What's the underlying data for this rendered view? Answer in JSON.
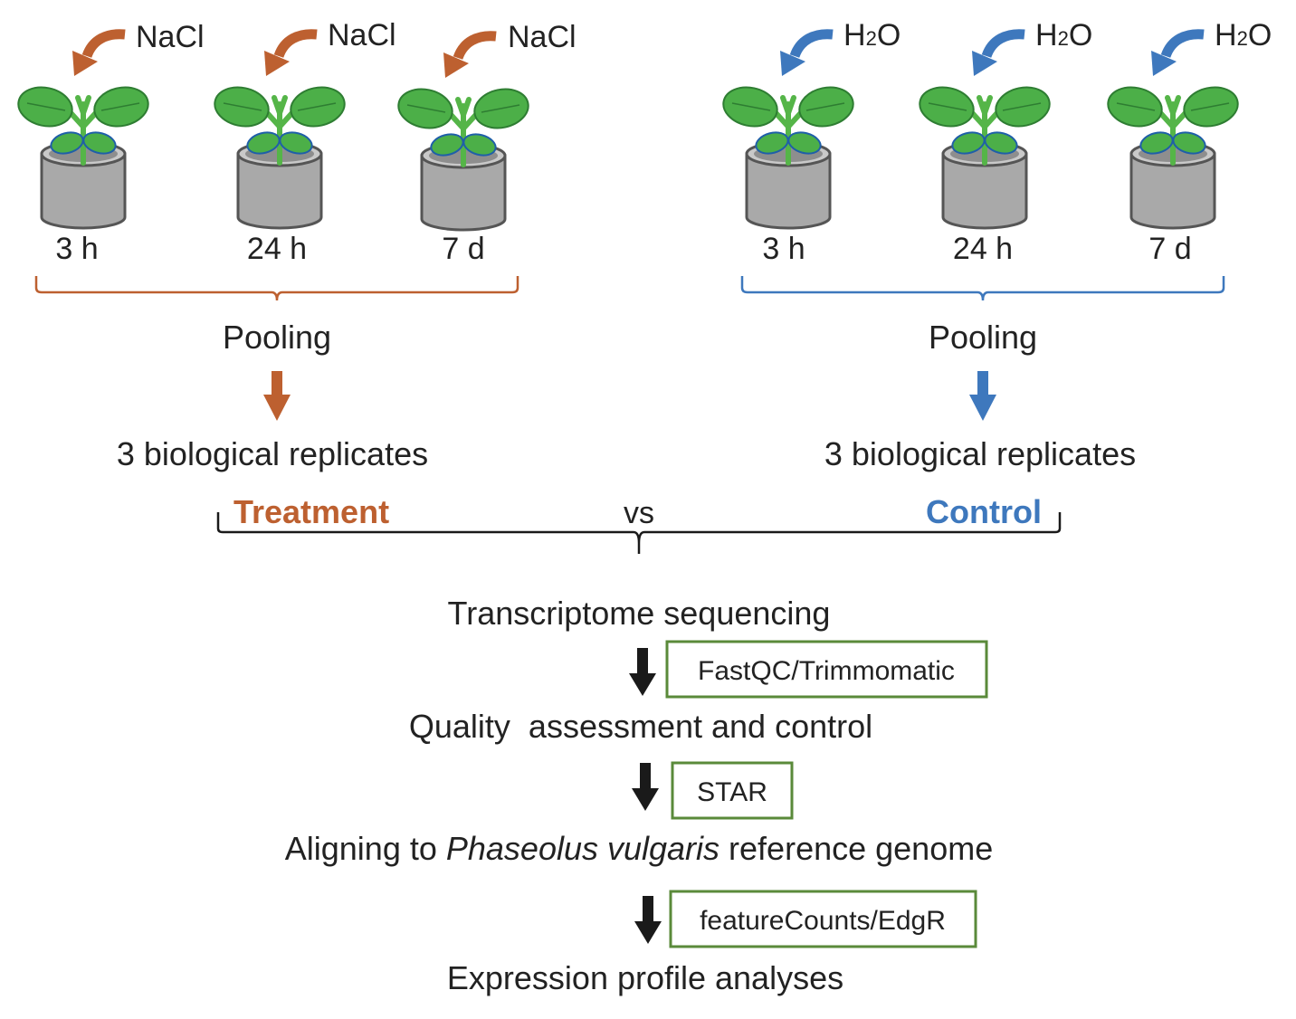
{
  "colors": {
    "treatment": "#bd6030",
    "control": "#3e78bd",
    "leaf": "#4caf48",
    "leaf_dark": "#2e7d32",
    "stem": "#55b548",
    "pot_side": "#a9a9a9",
    "pot_top": "#c9c9c9",
    "pot_outline": "#555555",
    "tool_box": "#5a8a3a",
    "flow_arrow": "#1a1a1a"
  },
  "treatment": {
    "label": "Treatment",
    "reagent_label": "NaCl",
    "pots": [
      {
        "time": "3 h"
      },
      {
        "time": "24 h"
      },
      {
        "time": "7 d"
      }
    ],
    "pooling_label": "Pooling",
    "replicates_label": "3 biological replicates"
  },
  "control": {
    "label": "Control",
    "reagent_label": "H",
    "reagent_sub": "2",
    "reagent_tail": "O",
    "pots": [
      {
        "time": "3 h"
      },
      {
        "time": "24 h"
      },
      {
        "time": "7 d"
      }
    ],
    "pooling_label": "Pooling",
    "replicates_label": "3 biological replicates"
  },
  "vs_label": "vs",
  "pipeline": {
    "sequencing": "Transcriptome sequencing",
    "tool_qc": "FastQC/Trimmomatic",
    "quality": "Quality  assessment and control",
    "tool_align": "STAR",
    "align_pre": "Aligning to ",
    "align_species": "Phaseolus vulgaris",
    "align_post": " reference genome",
    "tool_counts": "featureCounts/EdgR",
    "expression": "Expression profile analyses"
  }
}
